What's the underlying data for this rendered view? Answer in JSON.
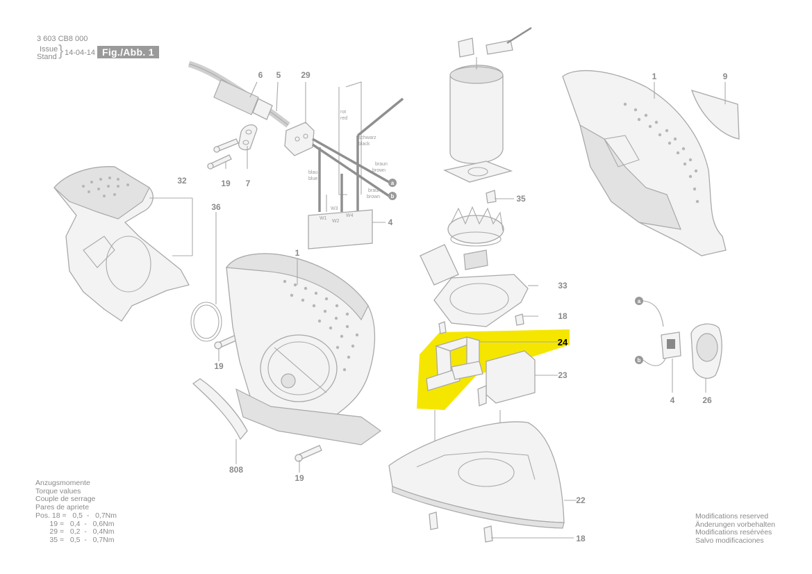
{
  "header": {
    "doc_number": "3 603 CB8 000",
    "issue_label": "Issue",
    "stand_label": "Stand",
    "date": "14-04-14",
    "figure_label": "Fig./Abb. 1"
  },
  "callouts": [
    {
      "id": "c-6",
      "text": "6"
    },
    {
      "id": "c-5",
      "text": "5"
    },
    {
      "id": "c-29",
      "text": "29"
    },
    {
      "id": "c-19a",
      "text": "19"
    },
    {
      "id": "c-7",
      "text": "7"
    },
    {
      "id": "c-32",
      "text": "32"
    },
    {
      "id": "c-36",
      "text": "36"
    },
    {
      "id": "c-4a",
      "text": "4"
    },
    {
      "id": "c-1a",
      "text": "1"
    },
    {
      "id": "c-19b",
      "text": "19"
    },
    {
      "id": "c-808",
      "text": "808"
    },
    {
      "id": "c-19c",
      "text": "19"
    },
    {
      "id": "c-35",
      "text": "35"
    },
    {
      "id": "c-33",
      "text": "33"
    },
    {
      "id": "c-18a",
      "text": "18"
    },
    {
      "id": "c-24",
      "text": "24"
    },
    {
      "id": "c-23",
      "text": "23"
    },
    {
      "id": "c-22",
      "text": "22"
    },
    {
      "id": "c-18b",
      "text": "18"
    },
    {
      "id": "c-1b",
      "text": "1"
    },
    {
      "id": "c-9",
      "text": "9"
    },
    {
      "id": "c-4b",
      "text": "4"
    },
    {
      "id": "c-26",
      "text": "26"
    }
  ],
  "wire_labels": {
    "rot": "rot",
    "red": "red",
    "schwarz": "schwarz",
    "black": "black",
    "braun1": "braun",
    "brown1": "brown",
    "braun2": "braun",
    "brown2": "brown",
    "blau": "blau",
    "blue": "blue",
    "w1": "W1",
    "w2": "W2",
    "w3": "W3",
    "w4": "W4",
    "a": "a",
    "b": "b"
  },
  "torque_notes": "Anzugsmomente\nTorque values\nCouple de serrage\nPares de apriete\nPos. 18 =   0,5  -   0,7Nm\n       19 =   0,4  -   0,6Nm\n       29 =   0,2  -   0,4Nm\n       35 =   0,5  -   0,7Nm",
  "modifications_notes": "Modifications reserved\nÄnderungen vorbehalten\nModifications resérvées\nSalvo modificaciones",
  "colors": {
    "highlight": "#f5e600",
    "line_gray": "#a8a8a8",
    "text_gray": "#8a8a8a"
  },
  "highlighted_part": "24"
}
